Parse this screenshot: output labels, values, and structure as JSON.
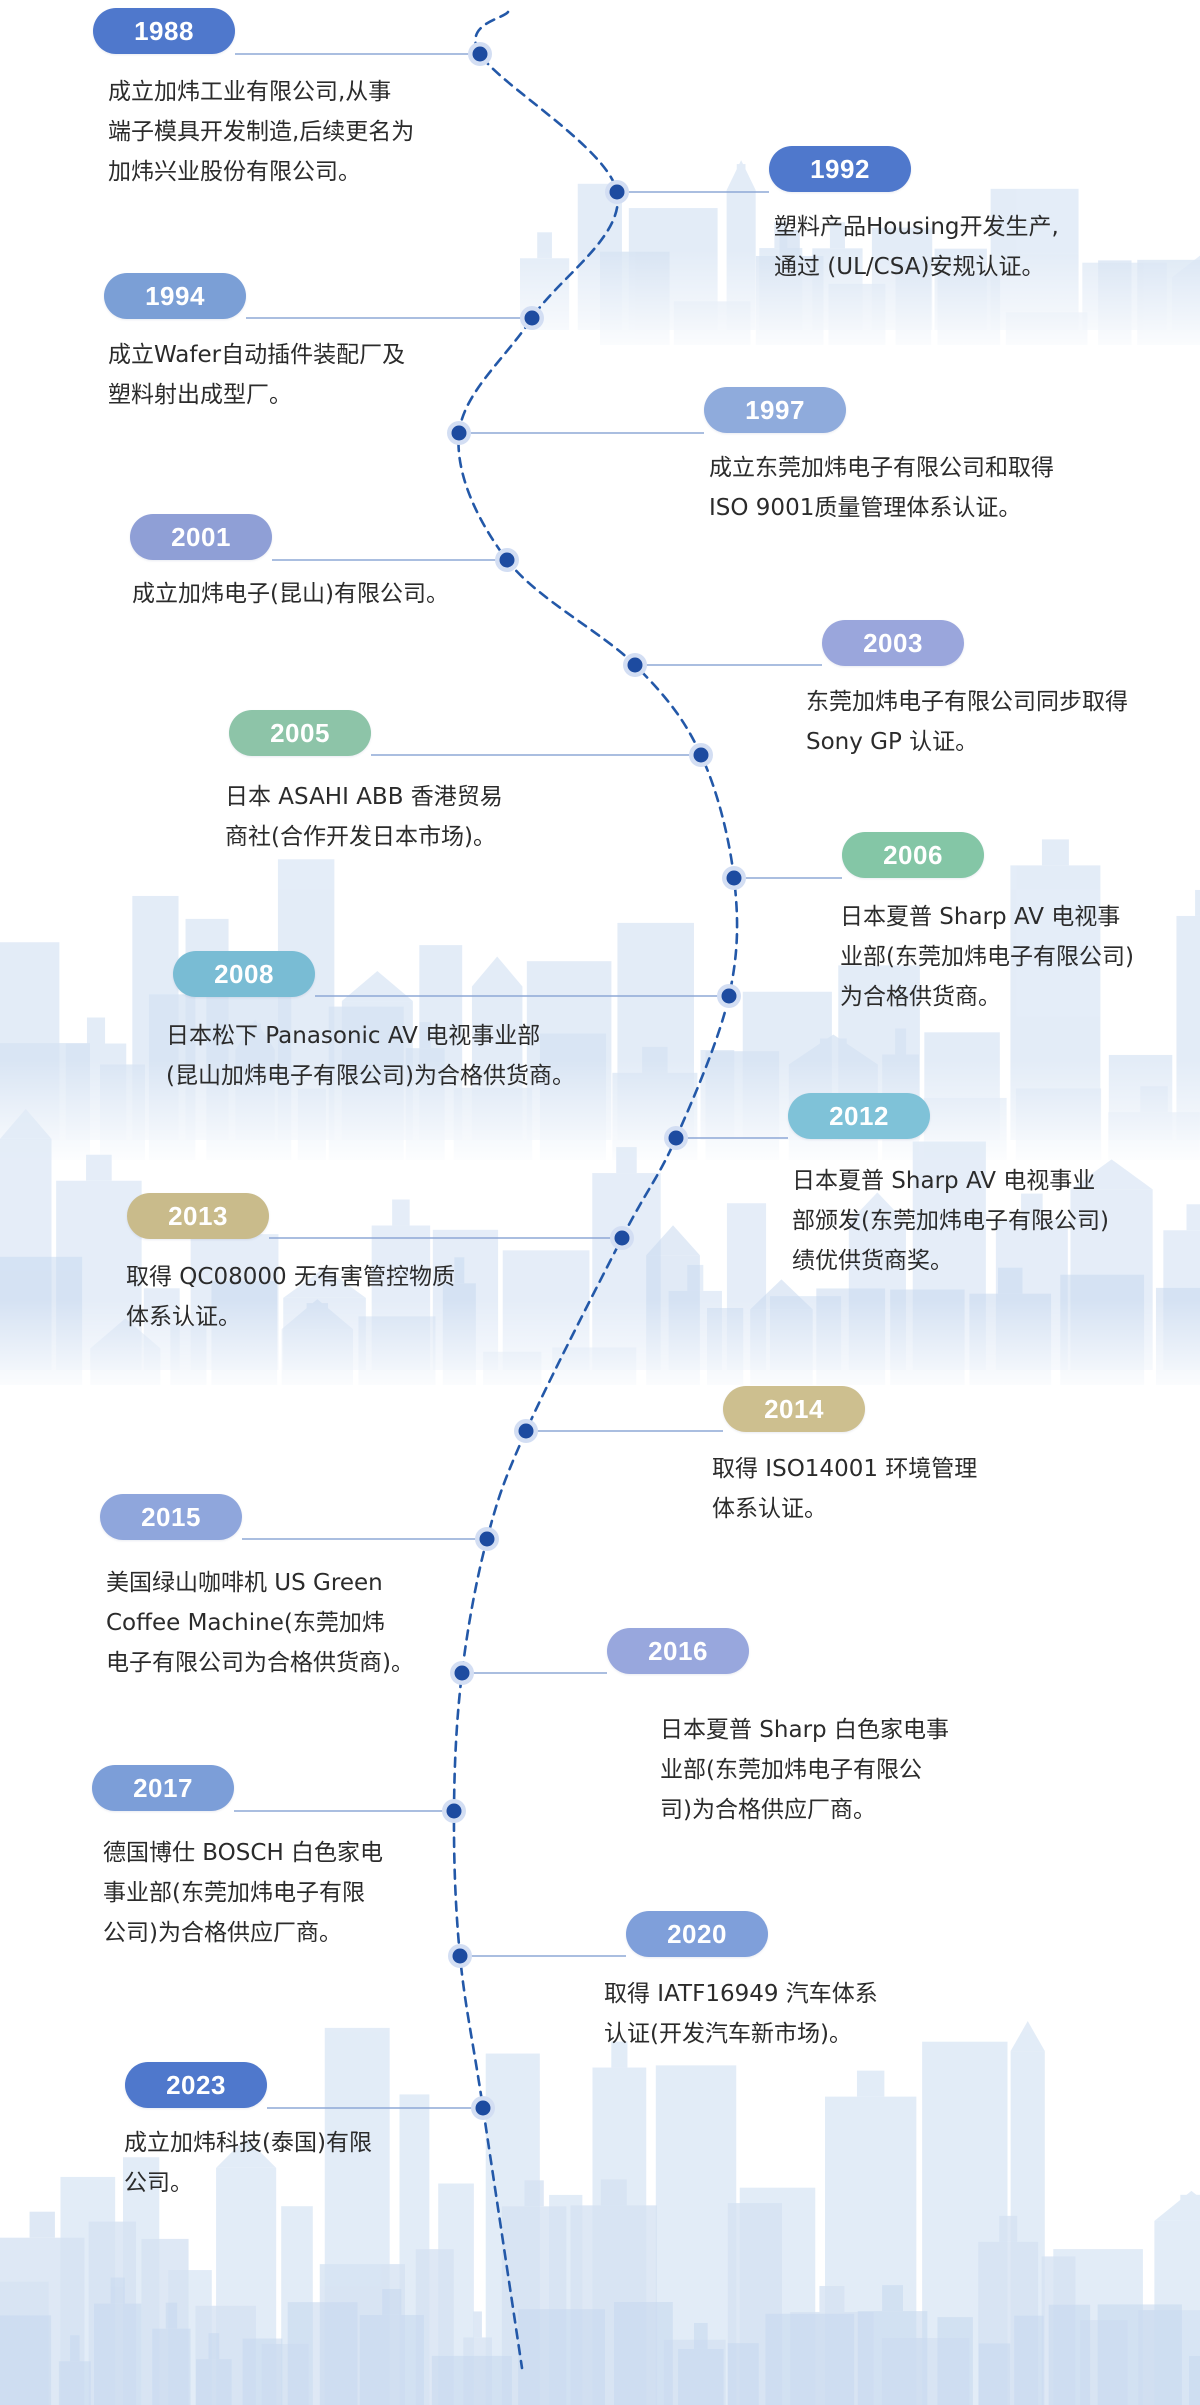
{
  "colors": {
    "dashed_line": "#2358a8",
    "connector": "#8ea8d6",
    "dot_core": "#1d4ba0",
    "dot_halo": "#d3def3",
    "skyline_far": "#e1ebf7",
    "skyline_mid": "#d6e3f3",
    "skyline_near": "#c9daf0"
  },
  "events": [
    {
      "year": "1988",
      "color": "#4f78cc",
      "text": "成立加炜工业有限公司,从事\n端子模具开发制造,后续更名为\n加炜兴业股份有限公司。"
    },
    {
      "year": "1992",
      "color": "#4f78cc",
      "text": "塑料产品Housing开发生产,\n通过 (UL/CSA)安规认证。"
    },
    {
      "year": "1994",
      "color": "#7b9fd6",
      "text": "成立Wafer自动插件装配厂及\n塑料射出成型厂。"
    },
    {
      "year": "1997",
      "color": "#8fabdc",
      "text": "成立东莞加炜电子有限公司和取得\nISO 9001质量管理体系认证。"
    },
    {
      "year": "2001",
      "color": "#8f9fd6",
      "text": "成立加炜电子(昆山)有限公司。"
    },
    {
      "year": "2003",
      "color": "#9aa6dc",
      "text": "东莞加炜电子有限公司同步取得\nSony GP 认证。"
    },
    {
      "year": "2005",
      "color": "#8dc4a8",
      "text": "日本 ASAHI ABB 香港贸易\n商社(合作开发日本市场)。"
    },
    {
      "year": "2006",
      "color": "#84c6a6",
      "text": "日本夏普 Sharp AV 电视事\n业部(东莞加炜电子有限公司)\n为合格供货商。"
    },
    {
      "year": "2008",
      "color": "#79bcd4",
      "text": "日本松下 Panasonic AV 电视事业部\n(昆山加炜电子有限公司)为合格供货商。"
    },
    {
      "year": "2012",
      "color": "#7fc2d8",
      "text": "日本夏普 Sharp AV 电视事业\n部颁发(东莞加炜电子有限公司)\n绩优供货商奖。"
    },
    {
      "year": "2013",
      "color": "#c9bb8b",
      "text": "取得 QC08000 无有害管控物质\n体系认证。"
    },
    {
      "year": "2014",
      "color": "#cdbf8f",
      "text": "取得 ISO14001 环境管理\n体系认证。"
    },
    {
      "year": "2015",
      "color": "#8fa6dc",
      "text": "美国绿山咖啡机 US Green\nCoffee Machine(东莞加炜\n电子有限公司为合格供货商)。"
    },
    {
      "year": "2016",
      "color": "#98a7dd",
      "text": "日本夏普 Sharp 白色家电事\n业部(东莞加炜电子有限公\n司)为合格供应厂商。"
    },
    {
      "year": "2017",
      "color": "#7c9ed8",
      "text": "德国博仕 BOSCH 白色家电\n事业部(东莞加炜电子有限\n公司)为合格供应厂商。"
    },
    {
      "year": "2020",
      "color": "#7f9fda",
      "text": "取得 IATF16949 汽车体系\n认证(开发汽车新市场)。"
    },
    {
      "year": "2023",
      "color": "#4f78cc",
      "text": "成立加炜科技(泰国)有限\n公司。"
    }
  ]
}
